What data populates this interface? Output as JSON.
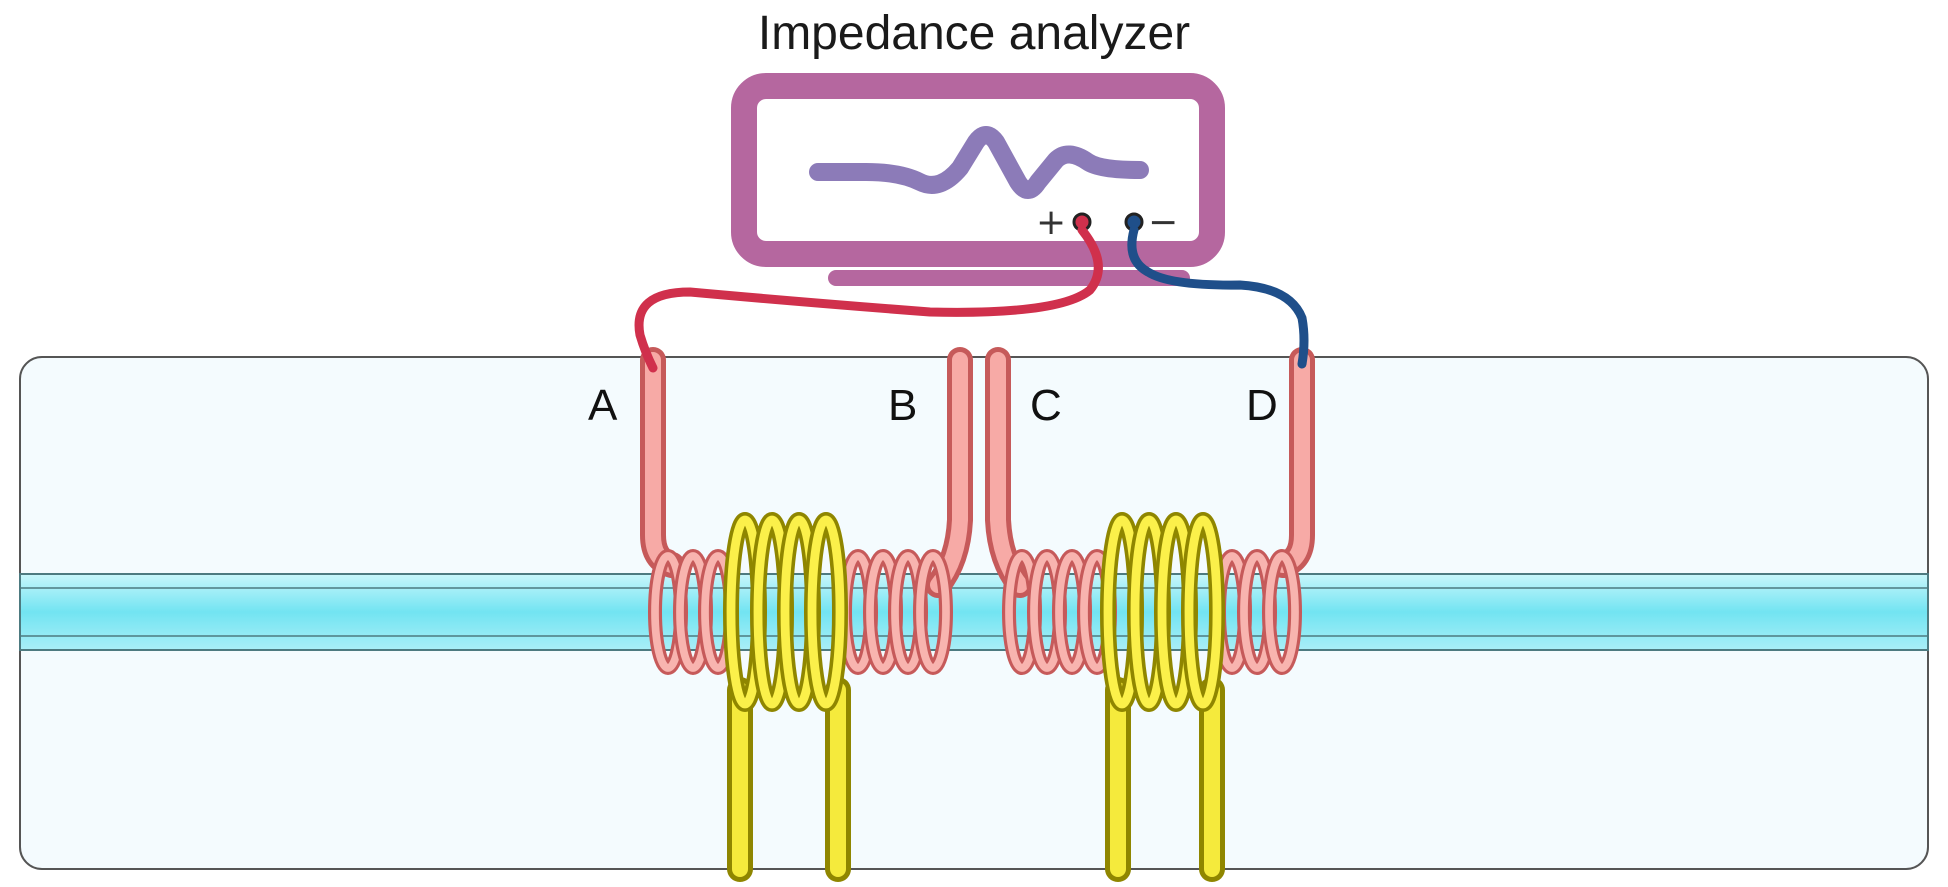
{
  "title": "Impedance analyzer",
  "terminals": {
    "plus": "+",
    "minus": "−"
  },
  "coil_labels": [
    "A",
    "B",
    "C",
    "D"
  ],
  "colors": {
    "monitor": "#b5679f",
    "waveform": "#8c7bb8",
    "pickup_coil": "#f09a9a",
    "drive_coil": "#e8dd2a",
    "fiber": "#7fe8f4",
    "background_panel": "#f4fbfe",
    "positive_lead": "#d0304c",
    "negative_lead": "#1f4f8a"
  }
}
